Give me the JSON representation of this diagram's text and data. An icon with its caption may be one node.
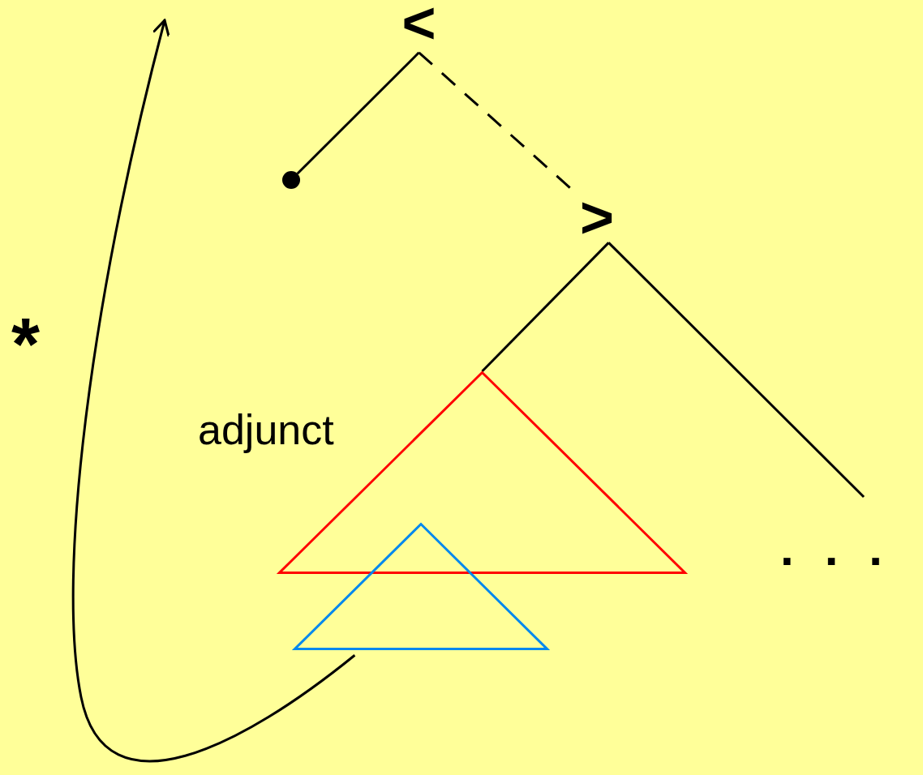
{
  "diagram": {
    "nodes": [
      {
        "text": [
          "<"
        ]
      },
      {
        "text": [],
        "shape": "circle"
      },
      {
        "text": [
          ">"
        ]
      },
      {
        "text": [],
        "shape": "triangle"
      },
      {
        "text": [],
        "shape": "triangle"
      }
    ],
    "edges": [
      {
        "from": 0,
        "to": 1,
        "arrow": "none"
      },
      {
        "from": 0,
        "to": 2,
        "arrow": "none",
        "style": "dashed"
      },
      {
        "from": 2,
        "to": 3,
        "arrow": "none"
      },
      {
        "from": 2,
        "to": null,
        "arrow": "none"
      },
      {
        "from": 4,
        "to": null,
        "arrow": "to"
      }
    ],
    "labels": [
      "*",
      "adjunct",
      "..."
    ]
  }
}
